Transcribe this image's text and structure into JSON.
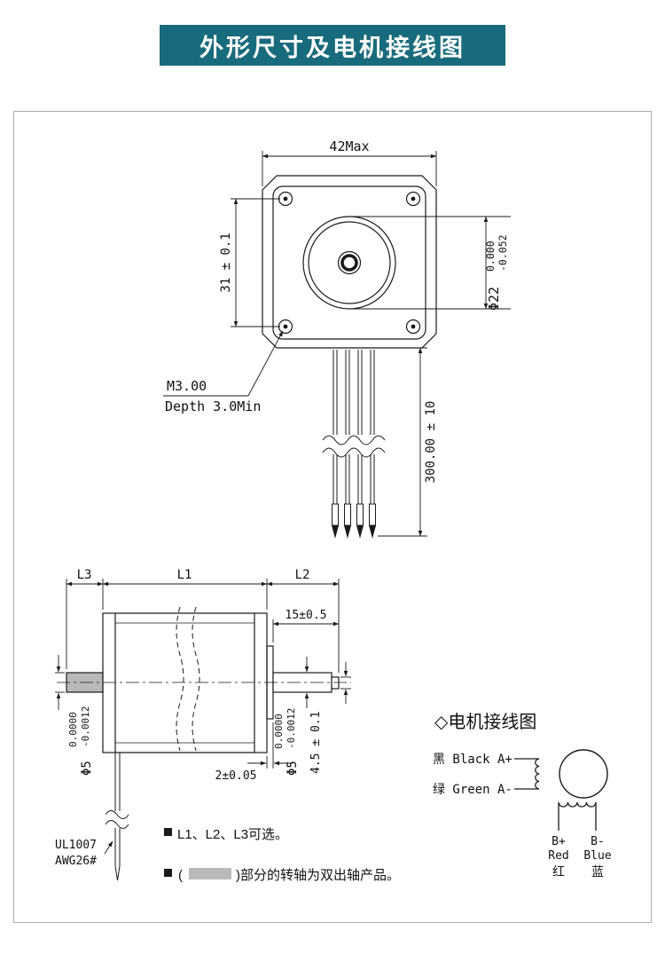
{
  "banner": {
    "title": "外形尺寸及电机接线图",
    "bg": "#176b7c",
    "fg": "#ffffff"
  },
  "front_view": {
    "dim_width": "42Max",
    "dim_hole_spacing": "31 ± 0.1",
    "pilot_dia": "Φ22",
    "pilot_tol_upper": "0.000",
    "pilot_tol_lower": "-0.052",
    "thread_label_1": "M3.00",
    "thread_label_2": "Depth 3.0Min",
    "lead_length": "300.00 ± 10"
  },
  "side_view": {
    "dim_l3": "L3",
    "dim_l1": "L1",
    "dim_l2": "L2",
    "dim_shaft_protrusion": "15±0.5",
    "dim_boss_thickness": "2±0.05",
    "left_shaft_dia": "Φ5",
    "left_shaft_tol_upper": "0.0000",
    "left_shaft_tol_lower": "-0.0012",
    "right_shaft_dia": "Φ5",
    "right_shaft_tol_upper": "0.0000",
    "right_shaft_tol_lower": "-0.0012",
    "dim_shaft_step": "4.5 ± 0.1",
    "wire_label_1": "UL1007",
    "wire_label_2": "AWG26#"
  },
  "notes": {
    "note1": "L1、L2、L3可选。",
    "note2_open": "(",
    "note2_rest": ")部分的转轴为双出轴产品。",
    "shaft_fill": "#b9b9b9"
  },
  "wiring": {
    "title": "◇电机接线图",
    "a_pos": "黑 Black A+",
    "a_neg": "绿 Green A-",
    "b_pos_1": "B+",
    "b_pos_2": "Red",
    "b_pos_3": "红",
    "b_neg_1": "B-",
    "b_neg_2": "Blue",
    "b_neg_3": "蓝"
  }
}
